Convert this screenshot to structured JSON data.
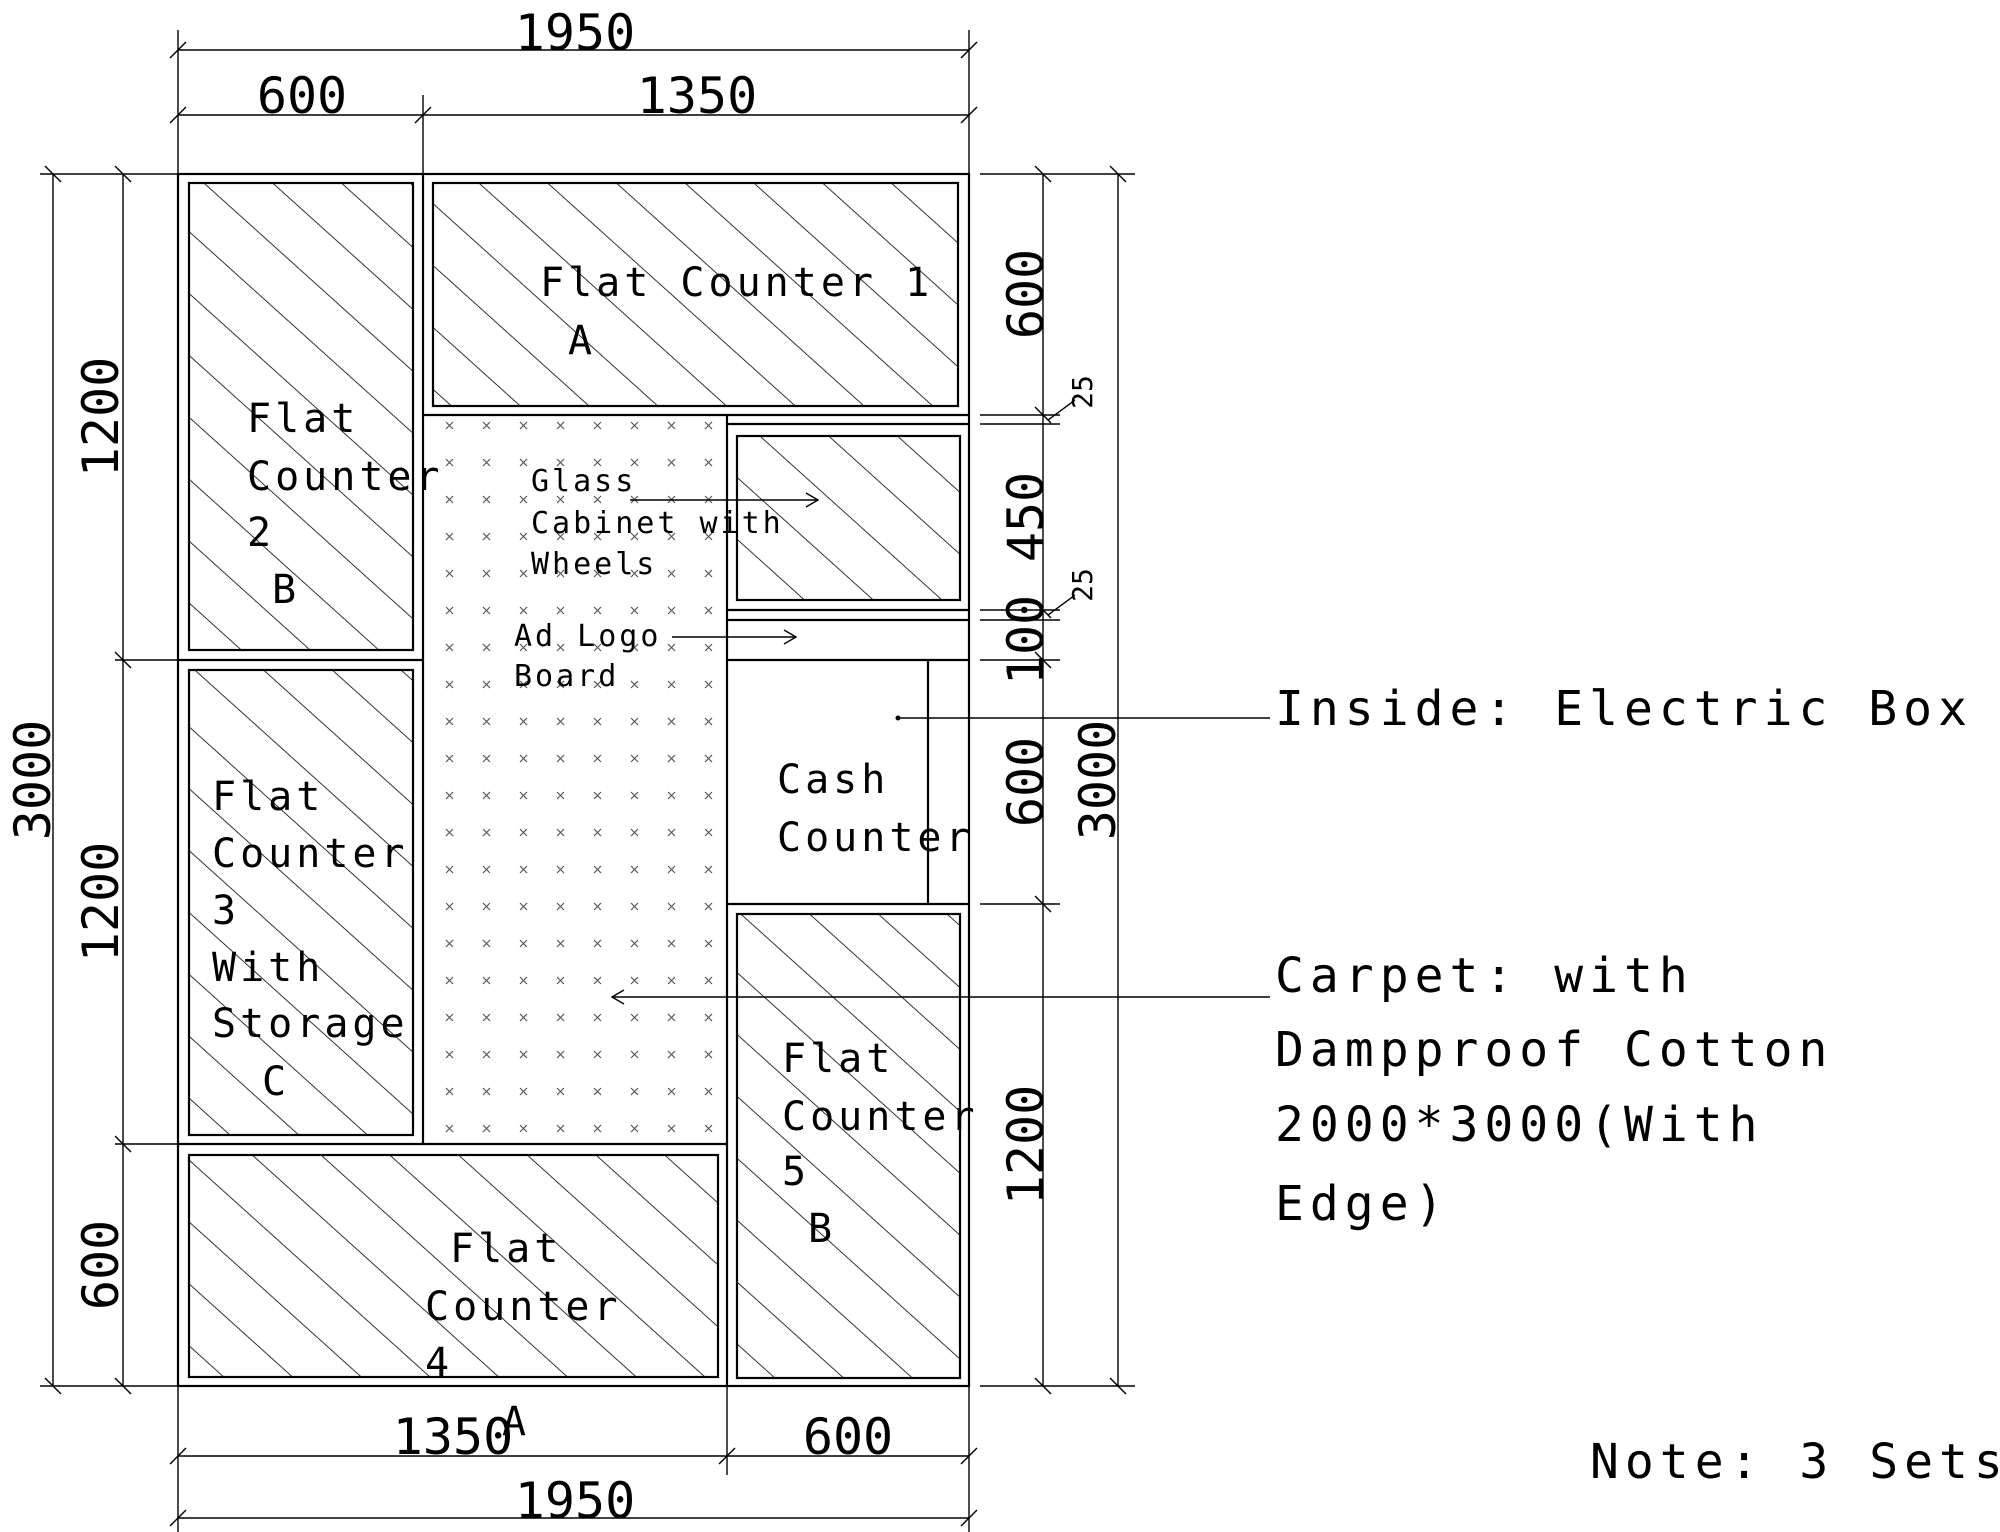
{
  "dimensions": {
    "top_total": "1950",
    "top_left": "600",
    "top_right": "1350",
    "bottom_left": "1350",
    "bottom_right": "600",
    "bottom_total": "1950",
    "left_total": "3000",
    "left_upper": "1200",
    "left_middle": "1200",
    "left_lower": "600",
    "right_total": "3000",
    "right_1": "600",
    "right_gap_1": "25",
    "right_2": "450",
    "right_gap_2": "25",
    "right_3": "100",
    "right_4": "600",
    "right_5": "1200"
  },
  "counters": {
    "c1": [
      "Flat Counter 1",
      "A"
    ],
    "c2": [
      "Flat",
      "Counter",
      "2",
      "B"
    ],
    "c3": [
      "Flat",
      "Counter",
      "3",
      "With",
      "Storage",
      "C"
    ],
    "c4": [
      "Flat",
      "Counter",
      "4",
      "A"
    ],
    "c5": [
      "Flat",
      "Counter",
      "5",
      "B"
    ],
    "cash": [
      "Cash",
      "Counter"
    ]
  },
  "annotations": {
    "glass": [
      "Glass",
      "Cabinet with",
      "Wheels"
    ],
    "adlogo": [
      "Ad Logo",
      "Board"
    ],
    "electric": "Inside: Electric Box",
    "carpet": [
      "Carpet: with",
      "Dampproof Cotton",
      "2000*3000(With",
      "Edge)"
    ],
    "note": "Note: 3 Sets"
  }
}
